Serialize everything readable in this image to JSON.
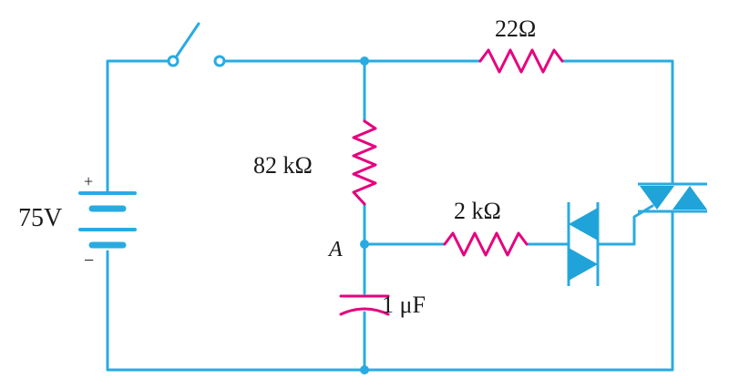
{
  "colors": {
    "wire": "#29abe2",
    "resistor": "#e6007e",
    "capacitor": "#e6007e",
    "device": "#1fa3d9",
    "text": "#1a1a1a",
    "background": "#ffffff"
  },
  "labels": {
    "battery_voltage": "75V",
    "battery_plus": "+",
    "battery_minus": "−",
    "r_top": "22Ω",
    "r_vertical": "82 kΩ",
    "r_gate": "2 kΩ",
    "node_a": "A",
    "capacitor": "1 μF"
  },
  "components": {
    "switch": "open switch",
    "diac": "diac-icon",
    "triac": "triac-icon",
    "battery": "battery-icon"
  }
}
